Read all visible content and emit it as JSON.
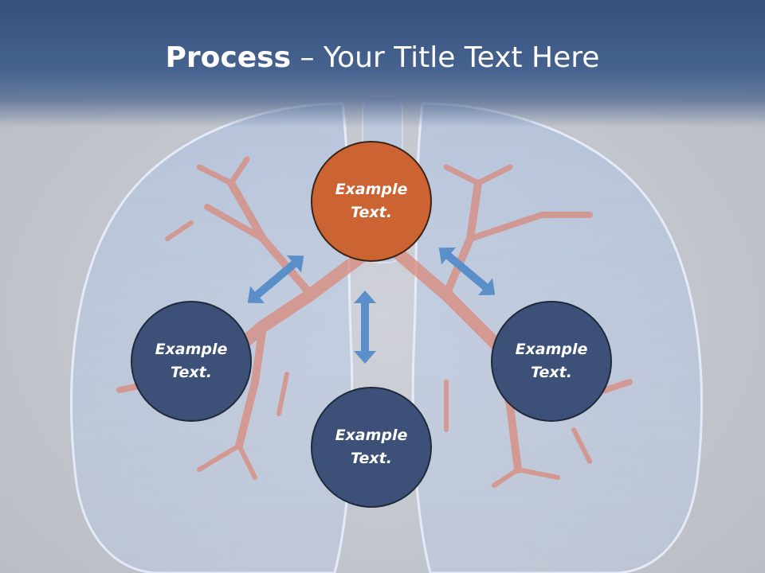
{
  "slide": {
    "title_bold": "Process",
    "title_rest": " – Your Title Text Here"
  },
  "nodes": {
    "top": {
      "line1": "Example",
      "line2": "Text."
    },
    "left": {
      "line1": "Example",
      "line2": "Text."
    },
    "bottom": {
      "line1": "Example",
      "line2": "Text."
    },
    "right": {
      "line1": "Example",
      "line2": "Text."
    }
  },
  "colors": {
    "header": "#46628f",
    "highlight_node": "#cc6332",
    "node": "#3c5078",
    "arrow": "#5b8fca",
    "bronchi": "#d98a7c",
    "lung_outline": "#e8f0ff"
  },
  "background_image": "lungs-bronchi-illustration"
}
